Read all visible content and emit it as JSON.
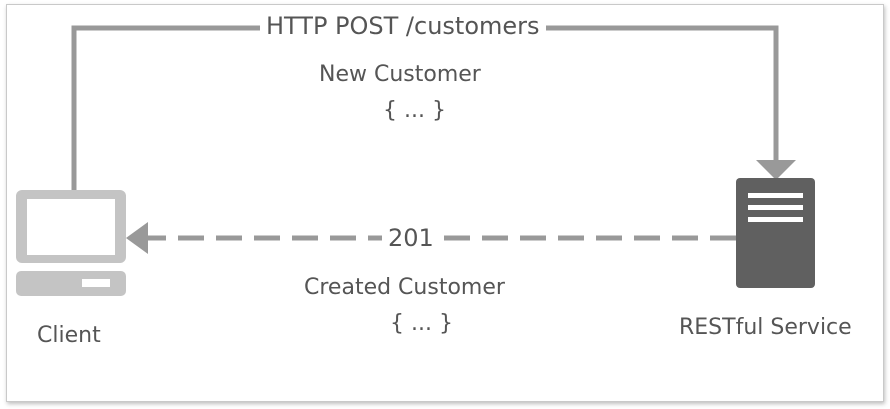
{
  "diagram": {
    "request_label": "HTTP POST /customers",
    "request_body_title": "New Customer",
    "request_body": "{ ... }",
    "status_label": "201",
    "response_body_title": "Created Customer",
    "response_body": "{ ... }",
    "client_label": "Client",
    "server_label": "RESTful Service"
  },
  "colors": {
    "line": "#999999",
    "icon_client": "#c4c4c4",
    "icon_server": "#606060",
    "text": "#555555"
  },
  "icons": {
    "client": "computer-icon",
    "server": "server-icon"
  }
}
